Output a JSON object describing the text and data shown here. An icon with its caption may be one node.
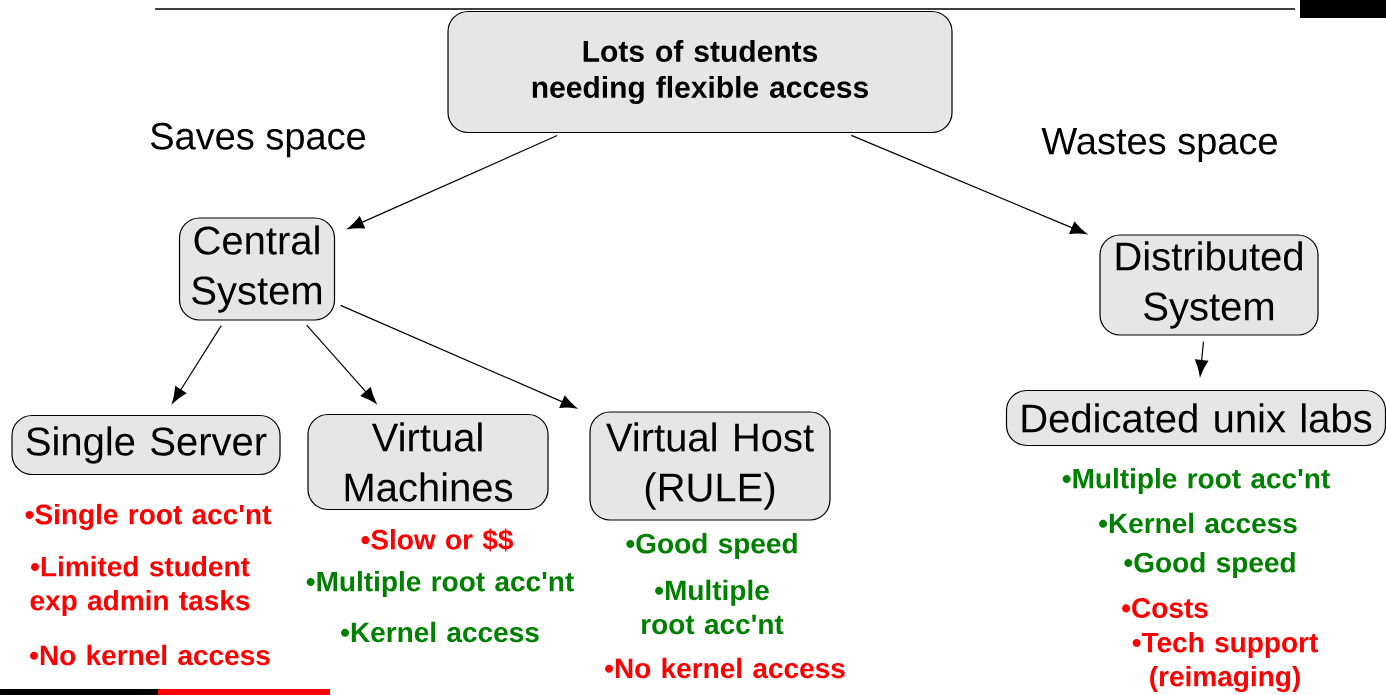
{
  "diagram": {
    "nodes": [
      {
        "text": [
          "Lots of students needing flexible access"
        ]
      },
      {
        "text": [
          "Central System"
        ]
      },
      {
        "text": [
          "Distributed System"
        ]
      },
      {
        "text": [
          "Single Server"
        ],
        "beside": [
          "•Single root acc'nt",
          "•Limited student exp admin tasks",
          "•No kernel access"
        ]
      },
      {
        "text": [
          "Virtual Machines"
        ],
        "beside": [
          "•Slow or $$",
          "•Multiple root acc'nt",
          "•Kernel access"
        ]
      },
      {
        "text": [
          "Virtual Host (RULE)"
        ],
        "beside": [
          "•Good speed",
          "•Multiple root acc'nt",
          "•No kernel access"
        ]
      },
      {
        "text": [
          "Dedicated unix labs"
        ],
        "beside": [
          "•Multiple root acc'nt",
          "•Kernel access",
          "•Good speed",
          "•Costs",
          "•Tech support (reimaging)"
        ]
      }
    ],
    "edges": [
      {
        "from": 0,
        "to": 1,
        "arrow": "to",
        "label": "Saves space"
      },
      {
        "from": 0,
        "to": 2,
        "arrow": "to",
        "label": "Wastes space"
      },
      {
        "from": 1,
        "to": 3,
        "arrow": "to"
      },
      {
        "from": 1,
        "to": 4,
        "arrow": "to"
      },
      {
        "from": 1,
        "to": 5,
        "arrow": "to"
      },
      {
        "from": 2,
        "to": 6,
        "arrow": "to"
      }
    ]
  }
}
